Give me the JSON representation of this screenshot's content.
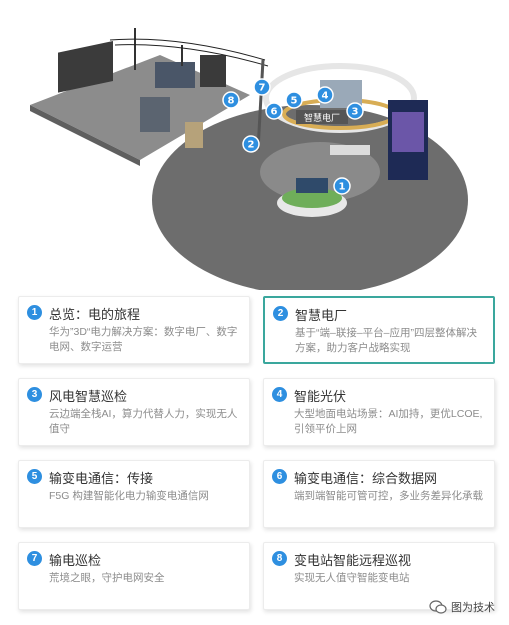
{
  "hero": {
    "markers": [
      "1",
      "2",
      "3",
      "4",
      "5",
      "6",
      "7",
      "8"
    ],
    "booth_sign": "智慧电厂"
  },
  "cards": [
    {
      "num": "1",
      "title": "总览：电的旅程",
      "desc": "华为”3D“电力解决方案：数字电厂、数字电网、数字运营"
    },
    {
      "num": "2",
      "title": "智慧电厂",
      "desc": "基于“端–联接–平台–应用”四层整体解决方案，助力客户战略实现"
    },
    {
      "num": "3",
      "title": "风电智慧巡检",
      "desc": "云边端全栈AI，算力代替人力，实现无人值守"
    },
    {
      "num": "4",
      "title": "智能光伏",
      "desc": "大型地面电站场景：AI加持，更优LCOE,引领平价上网"
    },
    {
      "num": "5",
      "title": "输变电通信：传接",
      "desc": "F5G 构建智能化电力输变电通信网"
    },
    {
      "num": "6",
      "title": "输变电通信：综合数据网",
      "desc": "端到端智能可管可控，多业务差异化承载"
    },
    {
      "num": "7",
      "title": "输电巡检",
      "desc": "荒境之眼，守护电网安全"
    },
    {
      "num": "8",
      "title": "变电站智能远程巡视",
      "desc": "实现无人值守智能变电站"
    }
  ],
  "watermark": {
    "text": "图为技术"
  },
  "colors": {
    "accent": "#2e8fe0",
    "selected_border": "#3aa79d"
  }
}
